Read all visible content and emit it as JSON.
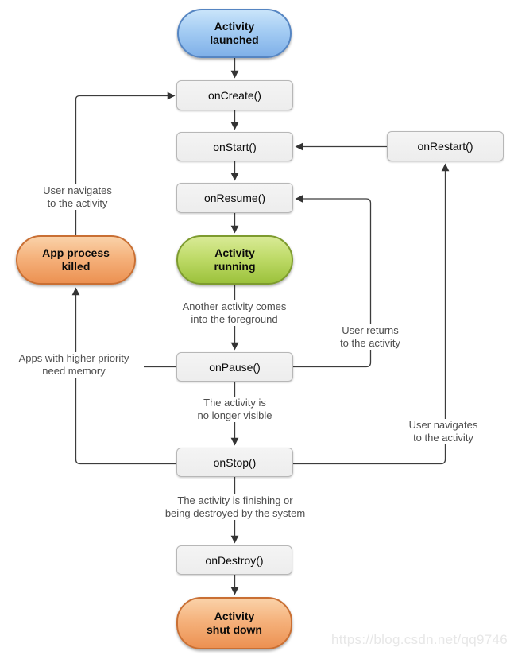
{
  "nodes": {
    "activity_launched": "Activity\nlaunched",
    "on_create": "onCreate()",
    "on_start": "onStart()",
    "on_restart": "onRestart()",
    "on_resume": "onResume()",
    "activity_running": "Activity\nrunning",
    "app_process_killed": "App process\nkilled",
    "on_pause": "onPause()",
    "on_stop": "onStop()",
    "on_destroy": "onDestroy()",
    "activity_shut_down": "Activity\nshut down"
  },
  "annotations": {
    "user_navigates_left": "User navigates\nto the activity",
    "another_activity_foreground": "Another activity comes\ninto the foreground",
    "user_returns": "User returns\nto the activity",
    "apps_higher_priority": "Apps with higher priority\nneed memory",
    "no_longer_visible": "The activity is\nno longer visible",
    "user_navigates_right": "User navigates\nto the activity",
    "activity_finishing": "The activity is finishing or\nbeing destroyed by the system",
    "watermark": "https://blog.csdn.net/qq9746"
  },
  "colors": {
    "blue_node": "#7fb0e8",
    "green_node": "#9cc23c",
    "orange_node": "#ec9152",
    "gray_node": "#efefef",
    "connector_line": "#3c3c3c",
    "annotation_text": "#4d4d4d",
    "watermark_text": "#e7e7e7"
  }
}
